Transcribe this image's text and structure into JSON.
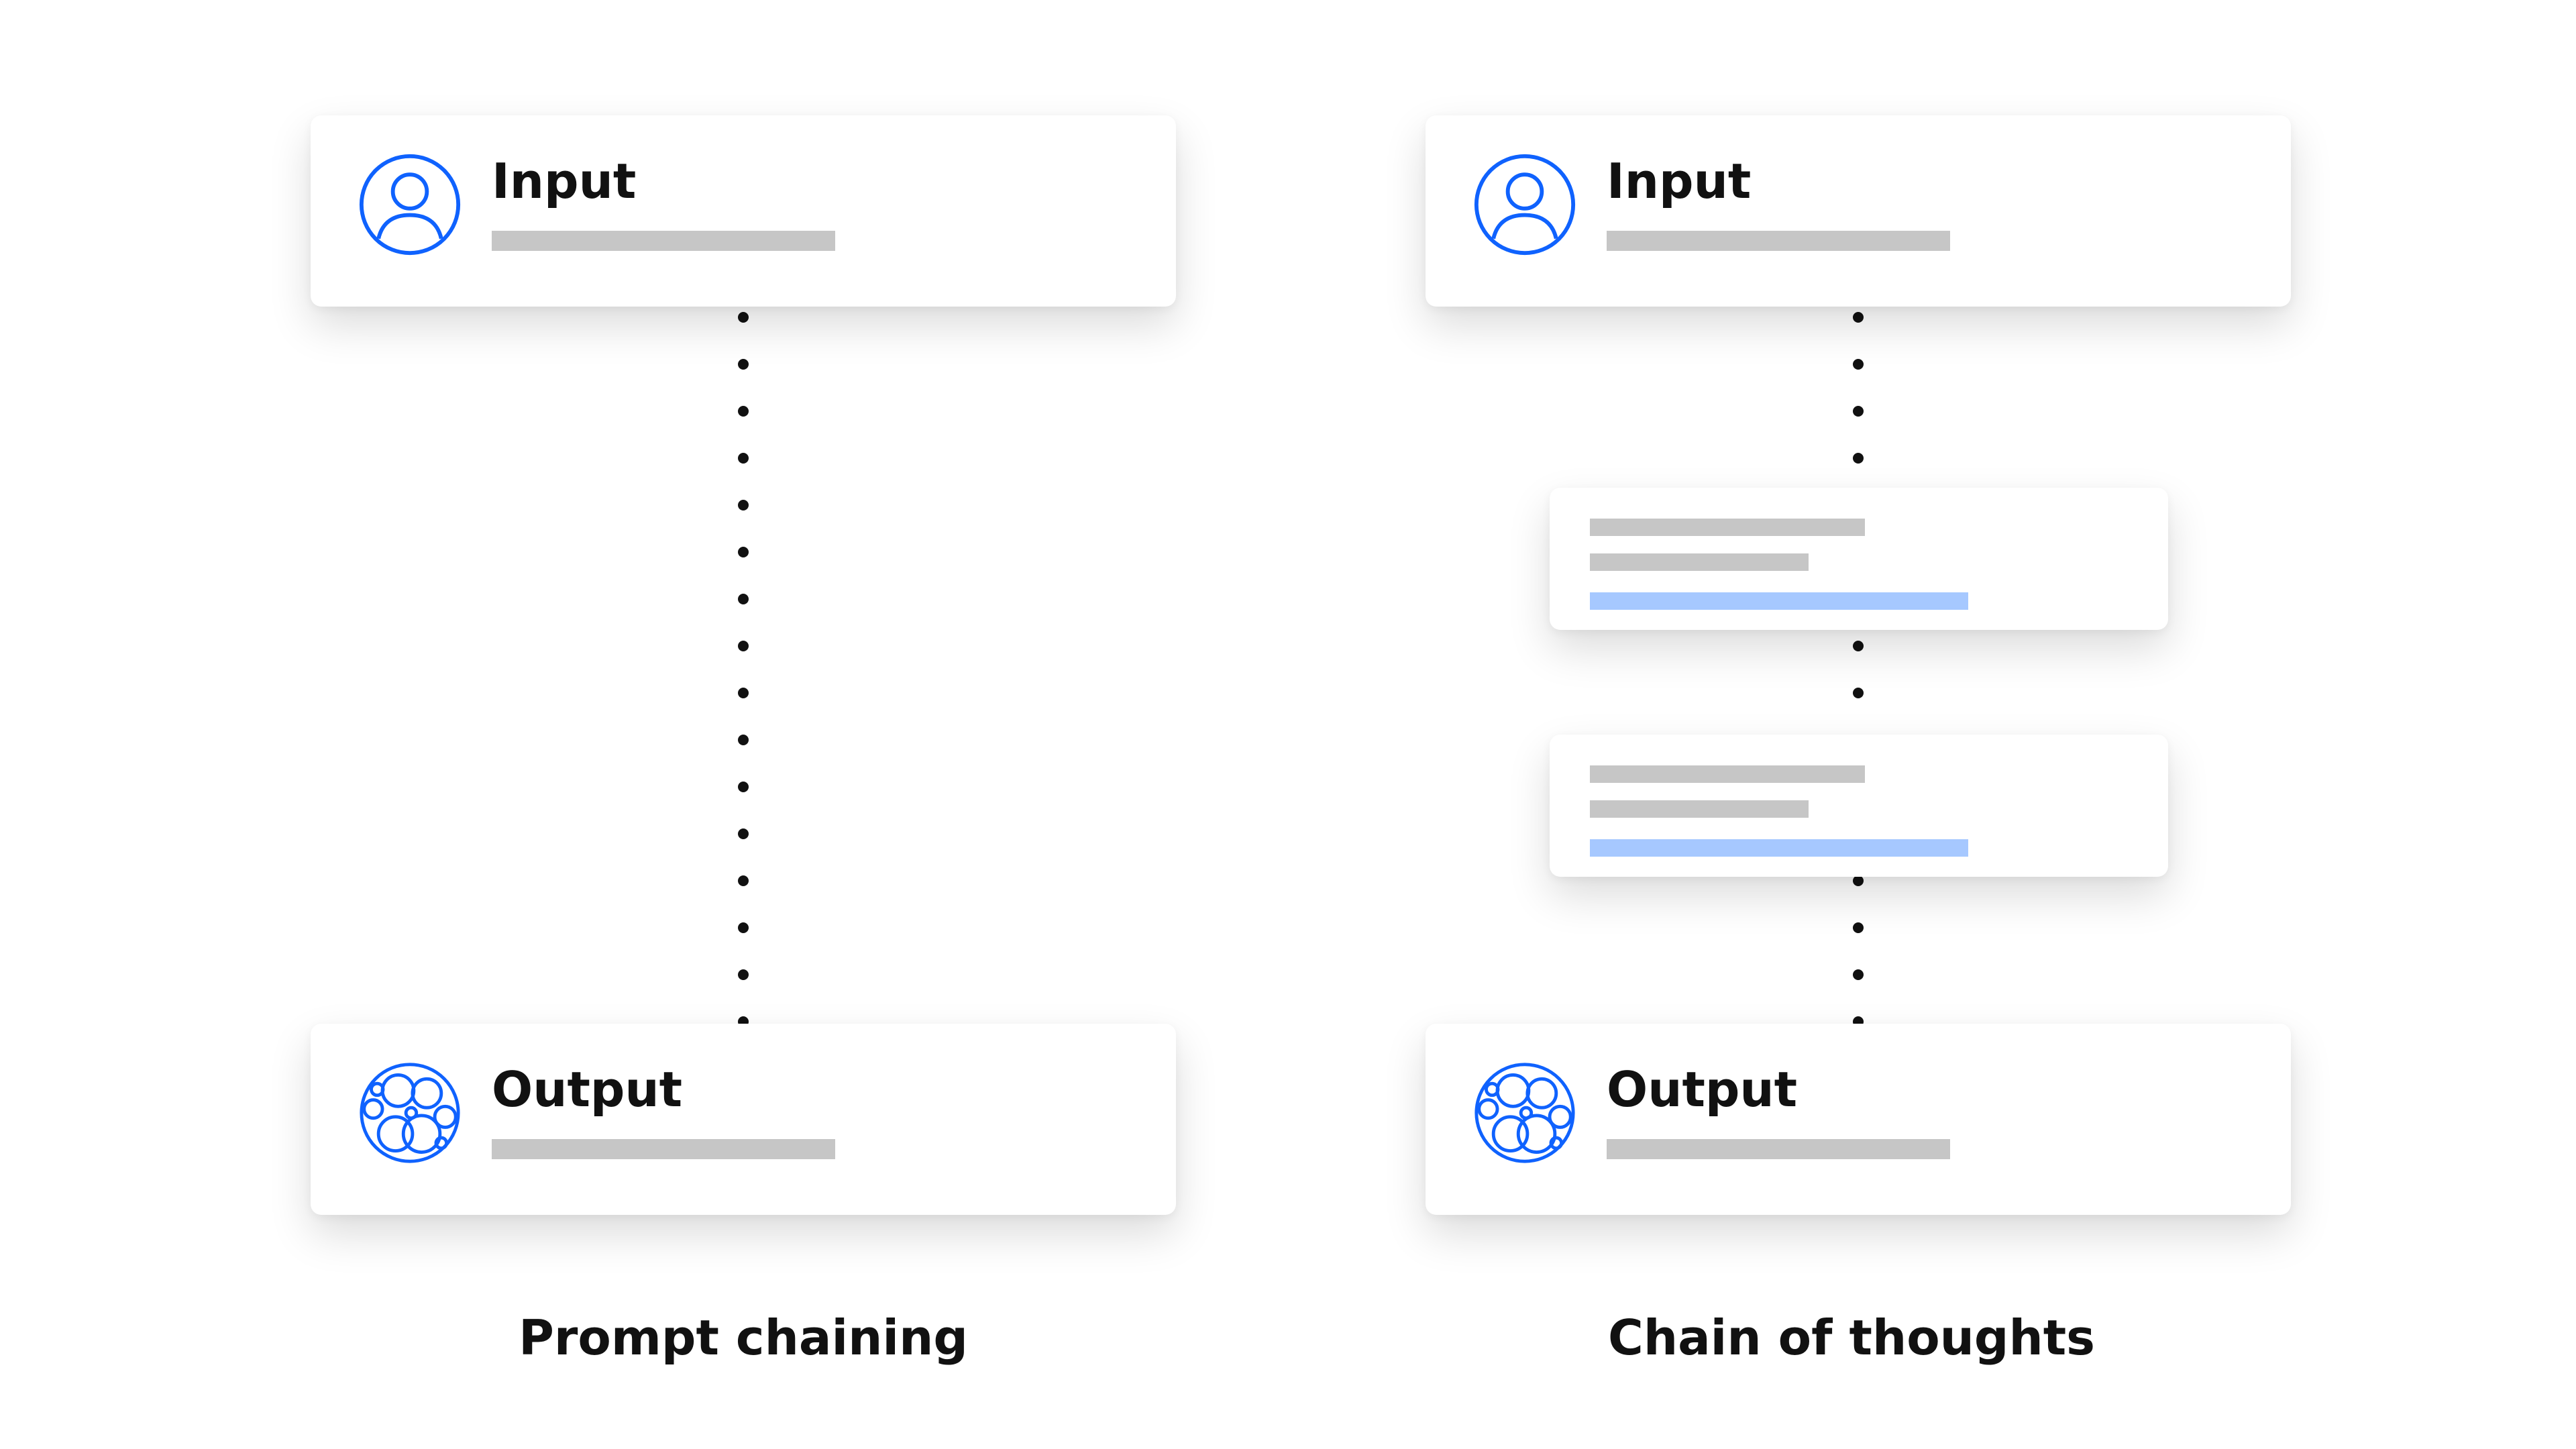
{
  "left_flow": {
    "input_label": "Input",
    "output_label": "Output",
    "caption": "Prompt chaining"
  },
  "right_flow": {
    "input_label": "Input",
    "output_label": "Output",
    "caption": "Chain of thoughts"
  },
  "icons": {
    "input": "user-icon",
    "output": "bubbles-icon"
  },
  "colors": {
    "accent": "#0f62fe",
    "placeholder_gray": "#c6c6c6",
    "placeholder_blue": "#a6c8ff",
    "connector": "#111111"
  }
}
